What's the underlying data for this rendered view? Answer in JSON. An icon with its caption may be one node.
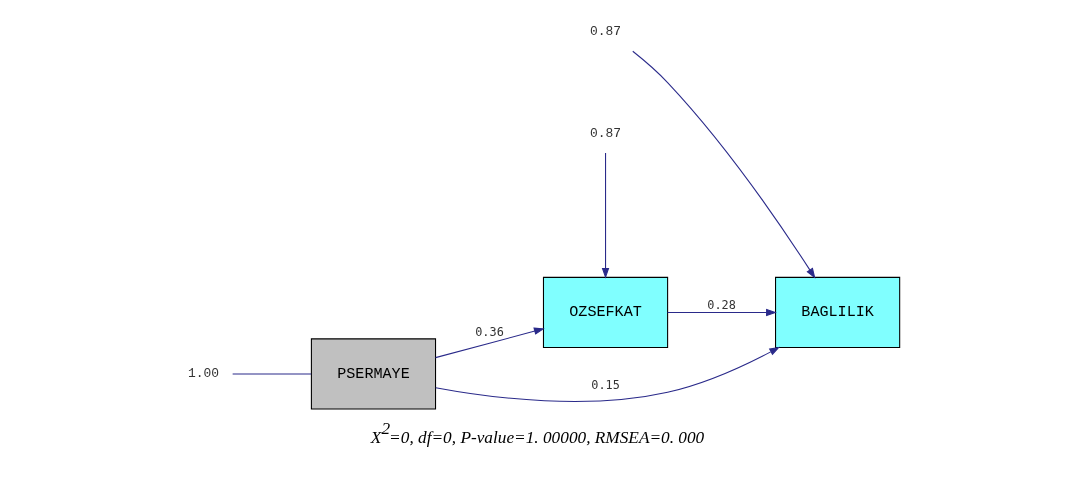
{
  "diagram": {
    "caption": "X$^{2}$=0, df=0, P-value=1. 00000, RMSEA=0. 000",
    "nodes": [
      {
        "text": [
          "PSERMAYE"
        ]
      },
      {
        "text": [
          "OZSEFKAT"
        ]
      },
      {
        "text": [
          "BAGLILIK"
        ]
      },
      {
        "text": [
          "0.87"
        ]
      },
      {
        "text": [
          "0.87"
        ]
      },
      {
        "text": [
          "1.00"
        ]
      }
    ],
    "edges": [
      {
        "from": 0,
        "to": 1,
        "arrow": "to",
        "label": "0.36"
      },
      {
        "from": 1,
        "to": 2,
        "arrow": "to",
        "label": "0.28"
      },
      {
        "from": 0,
        "to": 2,
        "arrow": "to",
        "label": "0.15"
      },
      {
        "from": 3,
        "to": 1,
        "arrow": "to"
      },
      {
        "from": 4,
        "to": 2,
        "arrow": "to"
      },
      {
        "from": 5,
        "to": 0,
        "arrow": "none"
      }
    ]
  }
}
